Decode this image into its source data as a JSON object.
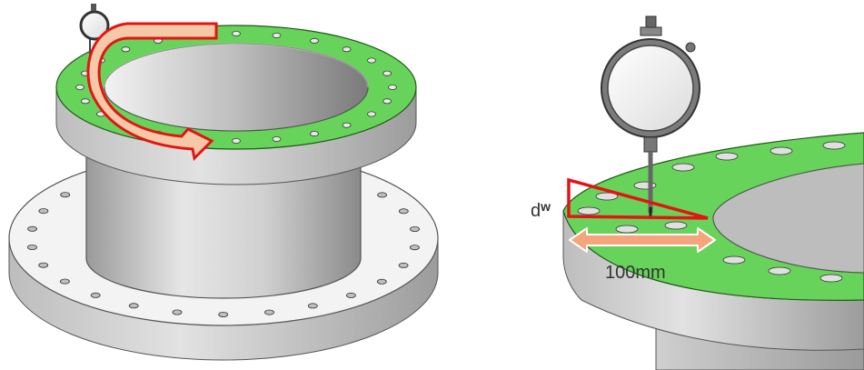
{
  "labels": {
    "deviation_symbol": "d",
    "deviation_subscript": "w",
    "length_value": "100mm"
  },
  "colors": {
    "flange_face": "#68d35a",
    "flange_outline": "#1f5a18",
    "metal_light": "#e8e8e8",
    "metal_mid": "#c4c4c4",
    "metal_dark": "#8f8f8f",
    "arrow_outline": "#e41414",
    "arrow_fill": "#f3c9a8",
    "dimension_arrow": "#f4a57c",
    "label_text": "#333333"
  },
  "icons": [
    "dial-indicator-icon",
    "rotation-arrow-icon",
    "dimension-arrow-icon",
    "deviation-triangle-icon"
  ]
}
